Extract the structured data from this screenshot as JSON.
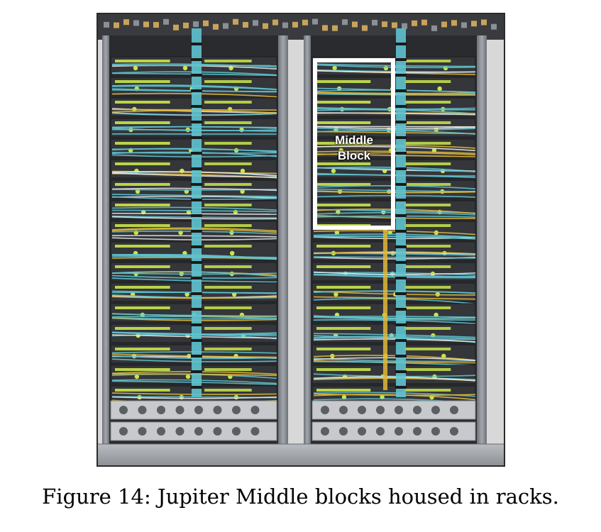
{
  "figure": {
    "callout_line1": "Middle",
    "callout_line2": "Block",
    "caption": "Figure 14: Jupiter Middle blocks housed in racks."
  },
  "colors": {
    "frame": "#2b2b2b",
    "rack_metal": "#8c9097",
    "server_dark": "#2a2b2e",
    "led_green": "#c9e64a",
    "cable_cyan": "#5fc3cf",
    "cable_yellow": "#e0b93a",
    "callout_box": "#ffffff"
  },
  "icons": {
    "rack_photo": "photo-of-server-racks"
  }
}
